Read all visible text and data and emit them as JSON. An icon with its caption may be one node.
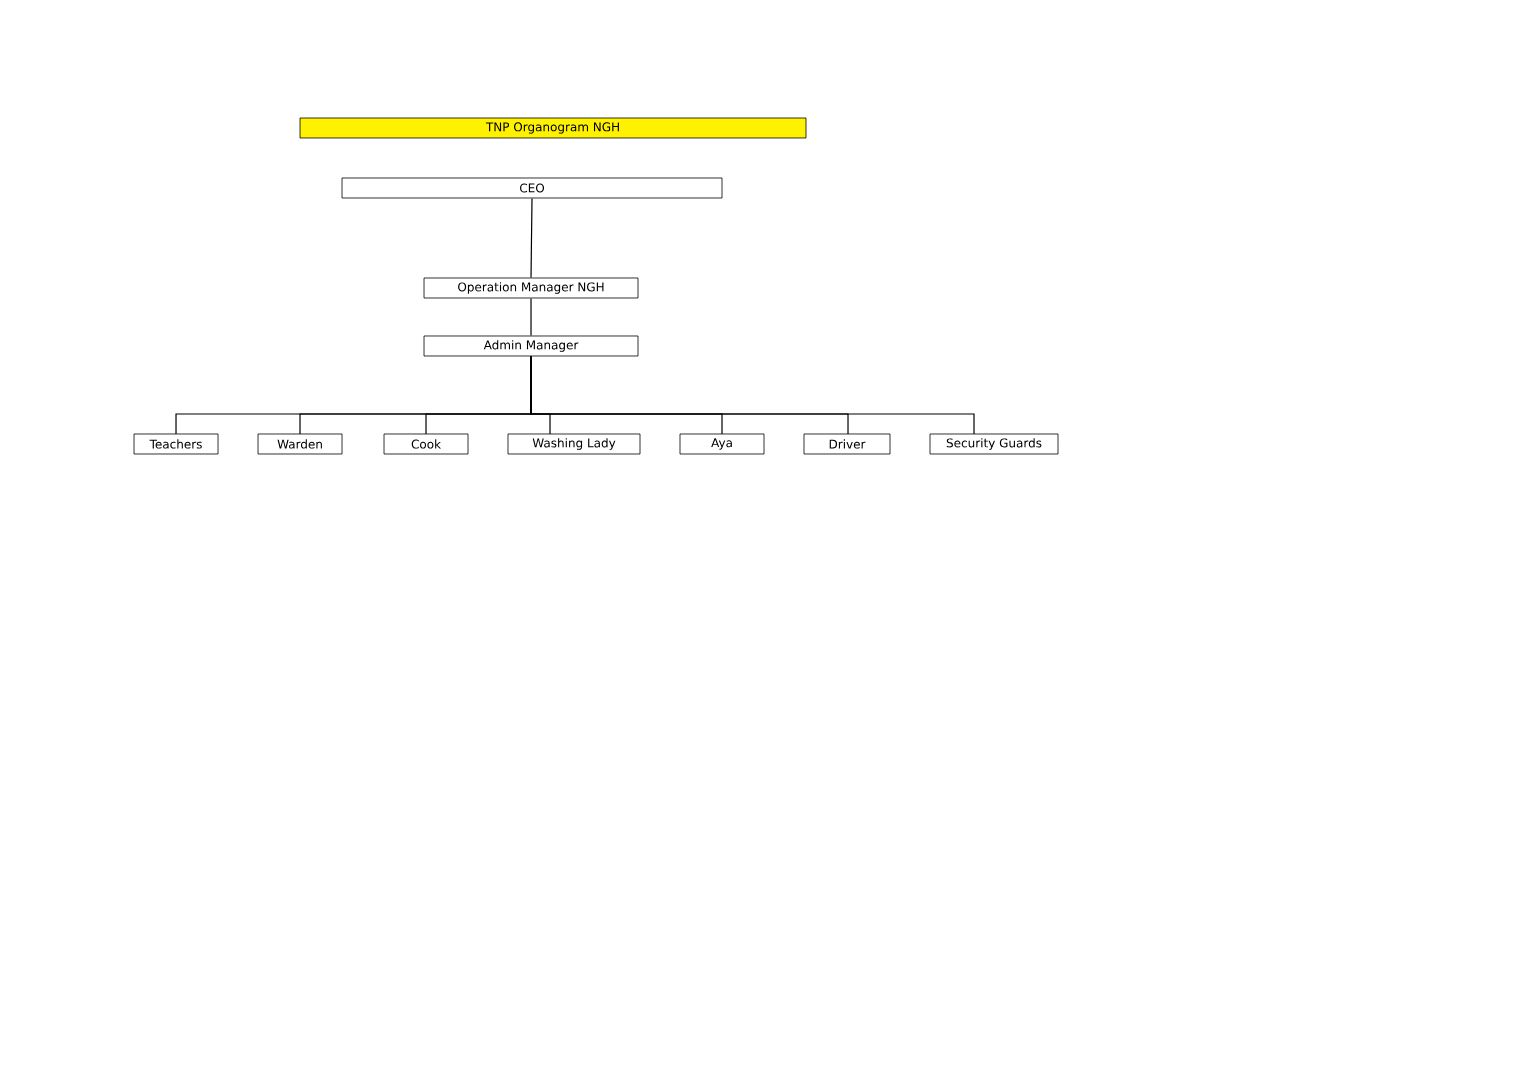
{
  "diagram": {
    "title": "TNP Organogram NGH",
    "nodes": [
      {
        "text": [
          "CEO"
        ]
      },
      {
        "text": [
          "Operation Manager NGH"
        ]
      },
      {
        "text": [
          "Admin Manager"
        ]
      },
      {
        "text": [
          "Teachers"
        ]
      },
      {
        "text": [
          "Warden"
        ]
      },
      {
        "text": [
          "Cook"
        ]
      },
      {
        "text": [
          "Washing Lady"
        ]
      },
      {
        "text": [
          "Aya"
        ]
      },
      {
        "text": [
          "Driver"
        ]
      },
      {
        "text": [
          "Security Guards"
        ]
      }
    ],
    "edges": [
      {
        "from": 0,
        "to": 1,
        "arrow": "none"
      },
      {
        "from": 1,
        "to": 2,
        "arrow": "none"
      },
      {
        "from": 2,
        "to": 3,
        "arrow": "none"
      },
      {
        "from": 2,
        "to": 4,
        "arrow": "none"
      },
      {
        "from": 2,
        "to": 5,
        "arrow": "none"
      },
      {
        "from": 2,
        "to": 6,
        "arrow": "none"
      },
      {
        "from": 2,
        "to": 7,
        "arrow": "none"
      },
      {
        "from": 2,
        "to": 8,
        "arrow": "none"
      },
      {
        "from": 2,
        "to": 9,
        "arrow": "none"
      }
    ]
  }
}
